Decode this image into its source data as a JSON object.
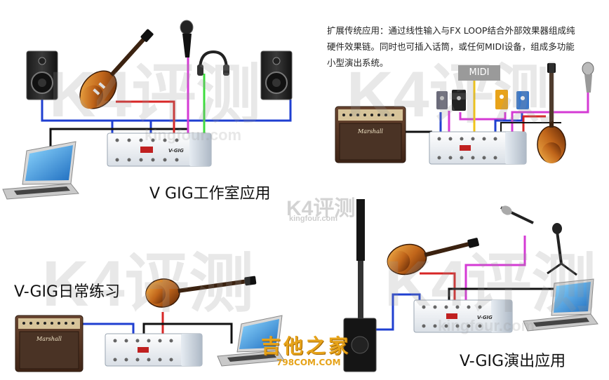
{
  "labels": {
    "studio": "V GIG工作室应用",
    "practice": "V-GIG日常练习",
    "live": "V-GIG演出应用",
    "midi": "MIDI",
    "desc_line1": "扩展传统应用：通过线性输入与FX LOOP结合外部效果器组成纯",
    "desc_line2": "硬件效果链。同时也可插入话筒，或任何MIDI设备，组成多功能",
    "desc_line3": "小型演出系统。",
    "unit_brand": "V-GIG",
    "amp_brand": "Marshall"
  },
  "watermarks": {
    "k4_text": "K4评测",
    "k4_url": "kingfour.com",
    "k4_url_small": "kingfour.com",
    "site_logo": "吉他之家",
    "site_url": "798COM.COM"
  },
  "colors": {
    "blue": "#1f3fd1",
    "red": "#d72626",
    "magenta": "#d43ad4",
    "green": "#3fdc3f",
    "black": "#111111",
    "yellow": "#f0c419"
  }
}
